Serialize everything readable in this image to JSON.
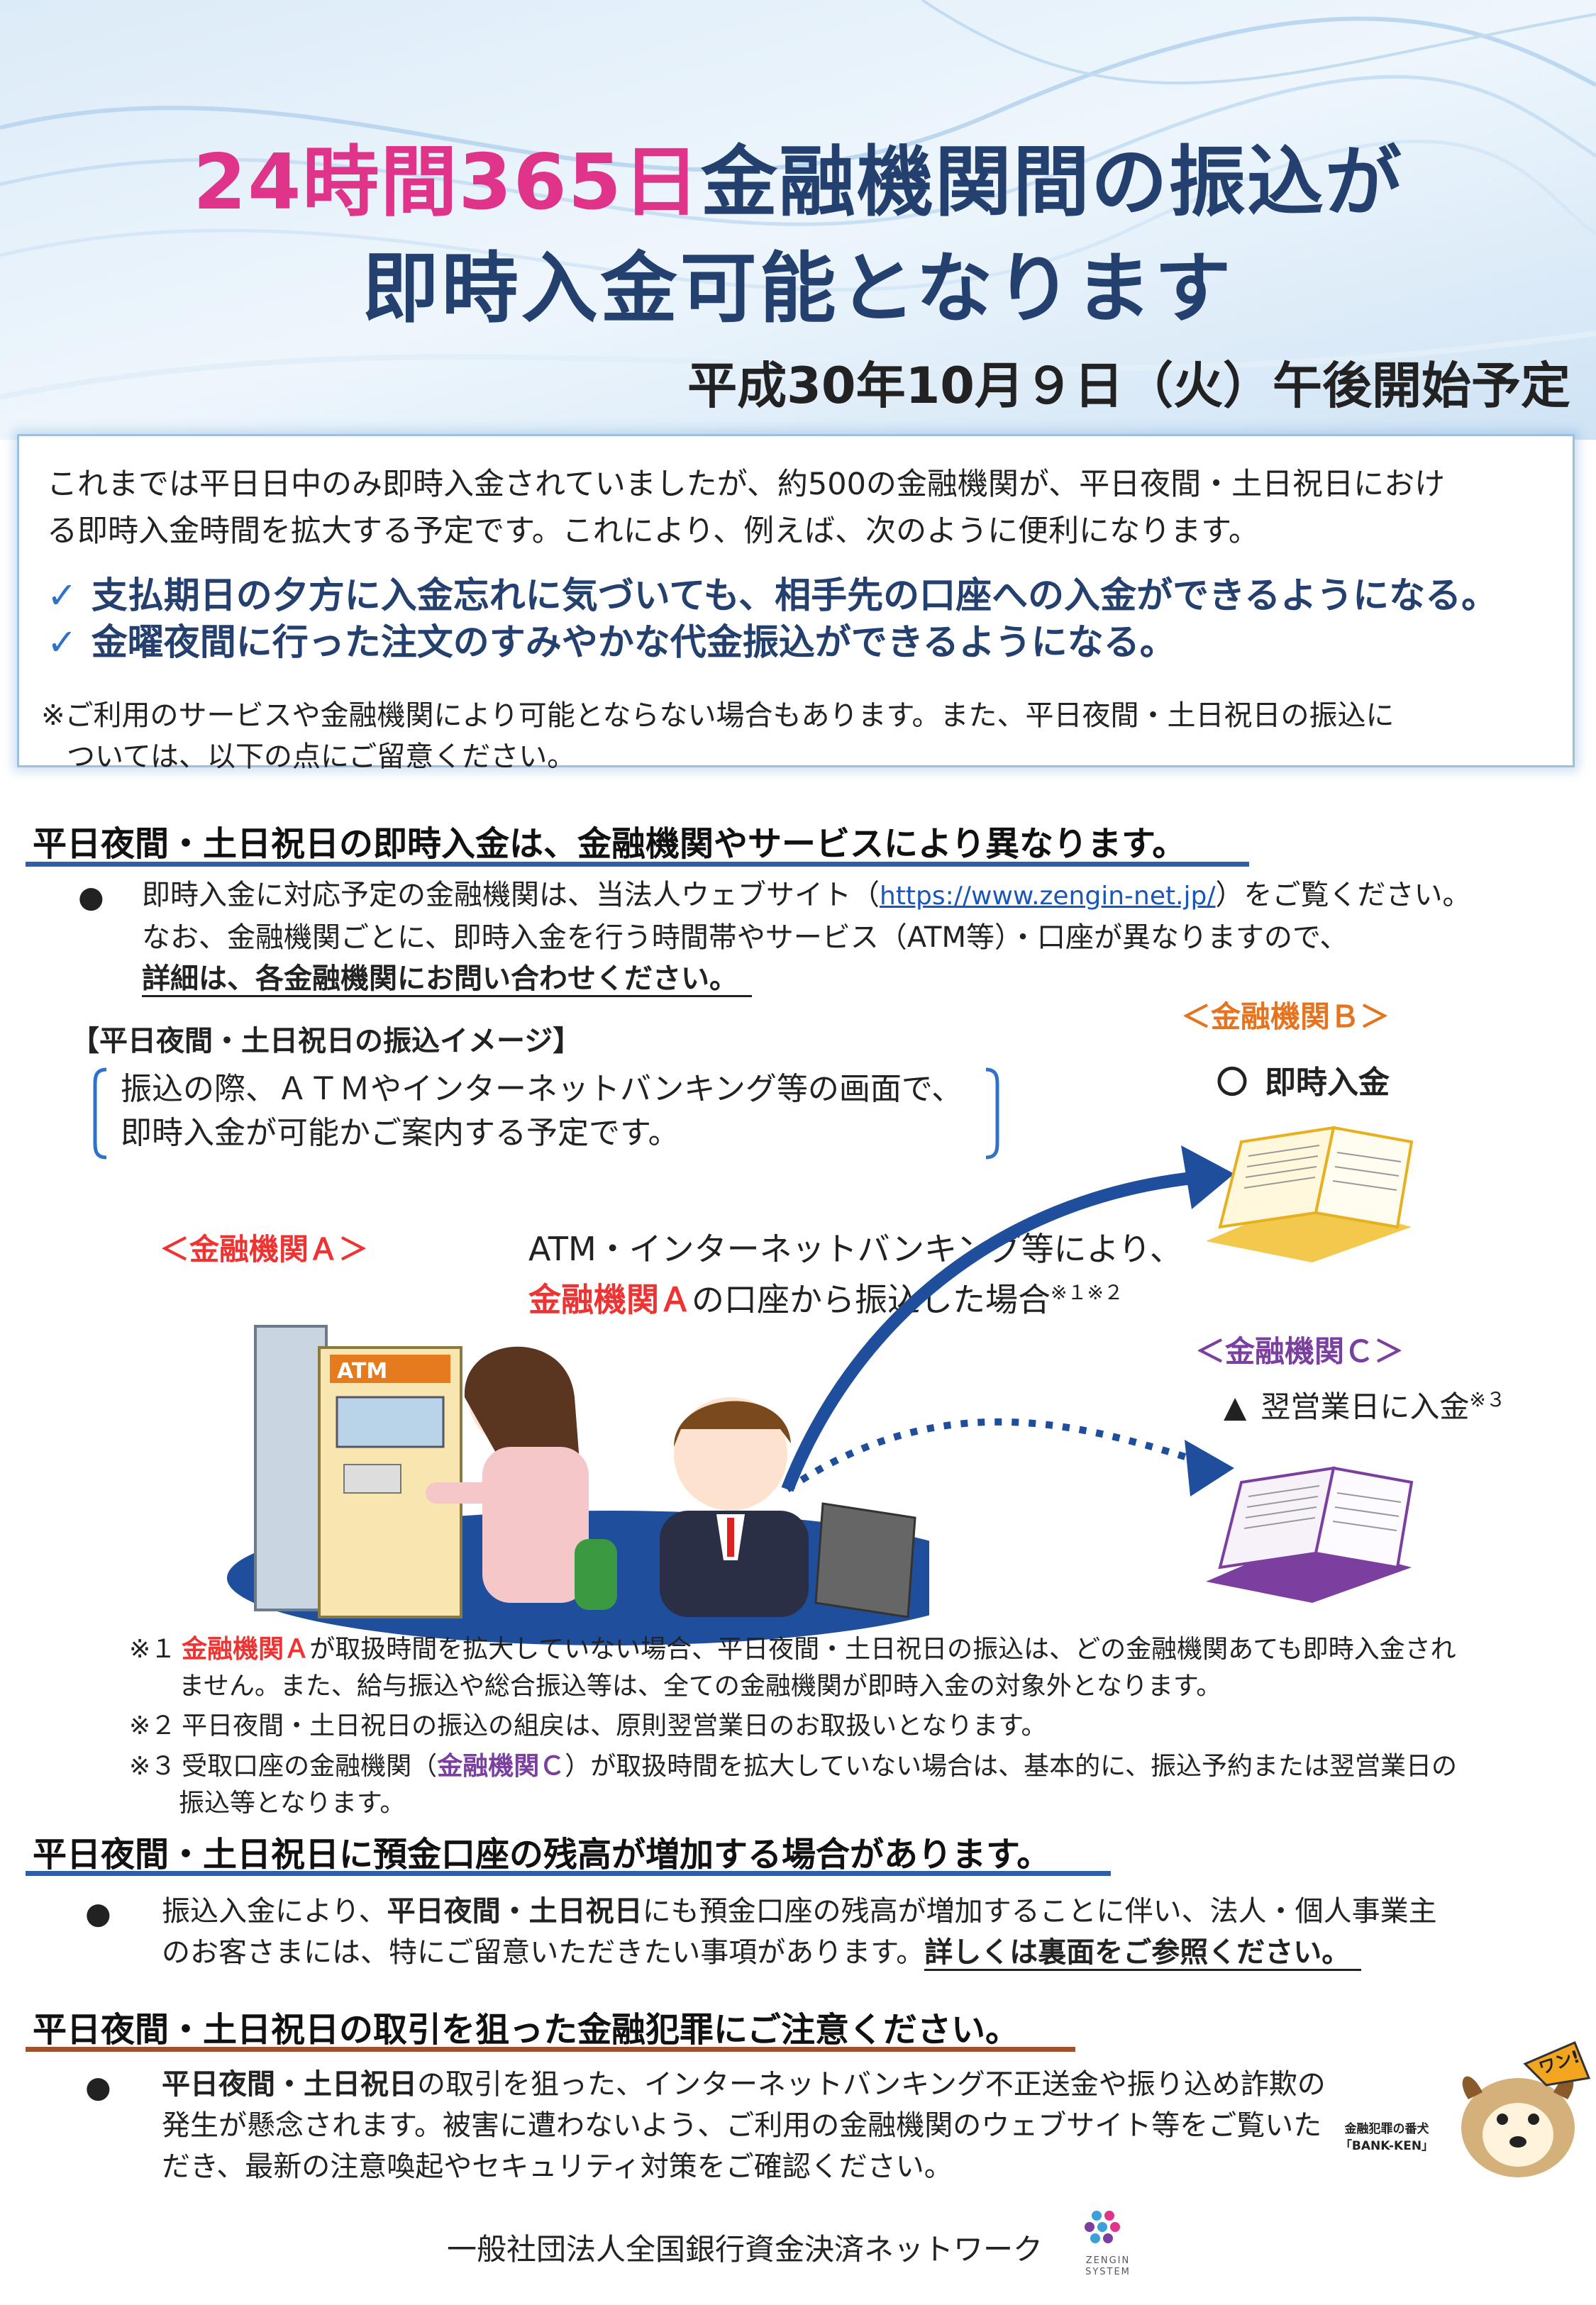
{
  "header": {
    "title_highlight": "24時間365日",
    "title_rest": "金融機関間の振込が",
    "title_line2": "即時入金可能となります",
    "start_date": "平成30年10月９日（火）午後開始予定"
  },
  "intro": {
    "line1": "これまでは平日日中のみ即時入金されていましたが、約500の金融機関が、平日夜間・土日祝日におけ",
    "line2": "る即時入金時間を拡大する予定です。これにより、例えば、次のように便利になります。",
    "check1": "支払期日の夕方に入金忘れに気づいても、相手先の口座への入金ができるようになる。",
    "check2": "金曜夜間に行った注文のすみやかな代金振込ができるようになる。",
    "note1": "※ご利用のサービスや金融機関により可能とならない場合もあります。また、平日夜間・土日祝日の振込に",
    "note2": "ついては、以下の点にご留意ください。"
  },
  "section1": {
    "heading": "平日夜間・土日祝日の即時入金は、金融機関やサービスにより異なります。",
    "bullet": "●",
    "line1_a": "即時入金に対応予定の金融機関は、当法人ウェブサイト（",
    "url": "https://www.zengin-net.jp/",
    "line1_b": "）をご覧ください。",
    "line2": "なお、金融機関ごとに、即時入金を行う時間帯やサービス（ATM等）・口座が異なりますので、",
    "line3": "詳細は、各金融機関にお問い合わせください。"
  },
  "diagram": {
    "image_title": "【平日夜間・土日祝日の振込イメージ】",
    "bracket_line1": "振込の際、ＡＴＭやインターネットバンキング等の画面で、",
    "bracket_line2": "即時入金が可能かご案内する予定です。",
    "bank_b": "＜金融機関Ｂ＞",
    "bank_b_status_icon": "〇",
    "bank_b_status": "即時入金",
    "bank_a": "＜金融機関Ａ＞",
    "atm_sign": "ATM",
    "transfer_line1": "ATM・インターネットバンキング等により、",
    "transfer_bank": "金融機関Ａ",
    "transfer_line2": "の口座から振込した場合",
    "transfer_sup": "※１※２",
    "bank_c": "＜金融機関Ｃ＞",
    "bank_c_status_icon": "▲",
    "bank_c_status": "翌営業日に入金",
    "bank_c_sup": "※３"
  },
  "footnotes": {
    "fn1_mark": "※１",
    "fn1_bank": "金融機関Ａ",
    "fn1_text": "が取扱時間を拡大していない場合、平日夜間・土日祝日の振込は、どの金融機関あても即時入金され",
    "fn1_line2": "ません。また、給与振込や総合振込等は、全ての金融機関が即時入金の対象外となります。",
    "fn2_mark": "※２",
    "fn2_text": "平日夜間・土日祝日の振込の組戻は、原則翌営業日のお取扱いとなります。",
    "fn3_mark": "※３",
    "fn3_text_a": "受取口座の金融機関（",
    "fn3_bank": "金融機関Ｃ",
    "fn3_text_b": "）が取扱時間を拡大していない場合は、基本的に、振込予約または翌営業日の",
    "fn3_line2": "振込等となります。"
  },
  "section2": {
    "heading": "平日夜間・土日祝日に預金口座の残高が増加する場合があります。",
    "bullet": "●",
    "line1_a": "振込入金により、",
    "line1_bold": "平日夜間・土日祝日",
    "line1_b": "にも預金口座の残高が増加することに伴い、法人・個人事業主",
    "line2_a": "のお客さまには、特にご留意いただきたい事項があります。",
    "line2_bold": "詳しくは裏面をご参照ください。"
  },
  "section3": {
    "heading": "平日夜間・土日祝日の取引を狙った金融犯罪にご注意ください。",
    "bullet": "●",
    "line1_bold": "平日夜間・土日祝日",
    "line1_a": "の取引を狙った、インターネットバンキング不正送金や振り込め詐欺の",
    "line2": "発生が懸念されます。被害に遭わないよう、ご利用の金融機関のウェブサイト等をご覧いた",
    "line3": "だき、最新の注意喚起やセキュリティ対策をご確認ください。"
  },
  "mascot": {
    "bark": "ワン!",
    "caption1": "金融犯罪の番犬",
    "caption2": "「BANK-KEN」"
  },
  "footer": {
    "org": "一般社団法人全国銀行資金決済ネットワーク",
    "logo1": "ZENGIN",
    "logo2": "SYSTEM"
  },
  "colors": {
    "title_pink": "#e0338a",
    "title_navy": "#24406e",
    "heading_rule_blue": "#2e5ea8",
    "heading_rule_brown": "#a0522d",
    "bank_b_orange": "#e57420",
    "bank_a_red": "#e33333",
    "bank_c_purple": "#7b3fa0"
  }
}
